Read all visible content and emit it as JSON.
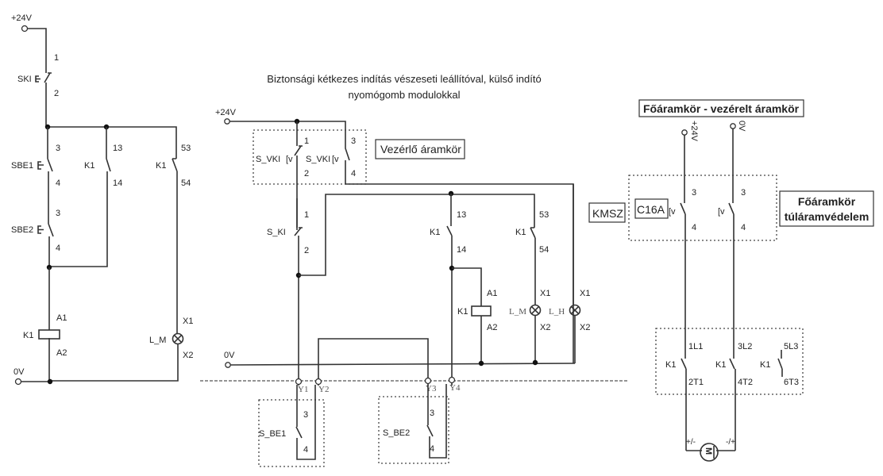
{
  "diagram": {
    "title_line1": "Biztonsági kétkezes indítás vészeseti leállítóval, külső indító",
    "title_line2": "nyomógomb modulokkal",
    "left_circuit": {
      "supply_plus": "+24V",
      "supply_zero": "0V",
      "ski": {
        "label": "SKI",
        "t1": "1",
        "t2": "2"
      },
      "sbe1": {
        "label": "SBE1",
        "t1": "3",
        "t2": "4"
      },
      "sbe2": {
        "label": "SBE2",
        "t1": "3",
        "t2": "4"
      },
      "k1_hold": {
        "label": "K1",
        "t1": "13",
        "t2": "14"
      },
      "k1_aux": {
        "label": "K1",
        "t1": "53",
        "t2": "54"
      },
      "coil": {
        "label": "K1",
        "a1": "A1",
        "a2": "A2"
      },
      "lamp": {
        "label": "L_M",
        "x1": "X1",
        "x2": "X2"
      }
    },
    "middle_circuit": {
      "supply_plus": "+24V",
      "supply_zero": "0V",
      "control_box_label": "Vezérlő áramkör",
      "s_vki_nc": {
        "label": "S_VKI",
        "t1": "1",
        "t2": "2"
      },
      "s_vki_no": {
        "label": "S_VKI",
        "t1": "3",
        "t2": "4"
      },
      "s_ki": {
        "label": "S_KI",
        "t1": "1",
        "t2": "2"
      },
      "k1_hold": {
        "label": "K1",
        "t1": "13",
        "t2": "14"
      },
      "k1_aux": {
        "label": "K1",
        "t1": "53",
        "t2": "54"
      },
      "coil": {
        "label": "K1",
        "a1": "A1",
        "a2": "A2"
      },
      "lamp_m": {
        "label": "L_M",
        "x1": "X1",
        "x2": "X2"
      },
      "lamp_h": {
        "label": "L_H",
        "x1": "X1",
        "x2": "X2"
      },
      "connectors": [
        "Y1",
        "Y2",
        "Y3",
        "Y4"
      ],
      "s_be1": {
        "label": "S_BE1",
        "t1": "3",
        "t2": "4"
      },
      "s_be2": {
        "label": "S_BE2",
        "t1": "3",
        "t2": "4"
      }
    },
    "right_circuit": {
      "header": "Főáramkör - vezérelt áramkör",
      "supply_plus": "+24V",
      "supply_zero": "0V",
      "kmsz_label": "KMSZ",
      "breaker_label": "C16A",
      "breaker_terms": {
        "t1": "3",
        "t2": "4"
      },
      "protection_label_line1": "Főáramkör",
      "protection_label_line2": "túláramvédelem",
      "contacts": [
        {
          "label": "K1",
          "t1": "1L1",
          "t2": "2T1"
        },
        {
          "label": "K1",
          "t1": "3L2",
          "t2": "4T2"
        },
        {
          "label": "K1",
          "t1": "5L3",
          "t2": "6T3"
        }
      ],
      "motor": {
        "symbol": "M",
        "pol_left": "+/-",
        "pol_right": "-/+"
      }
    }
  }
}
